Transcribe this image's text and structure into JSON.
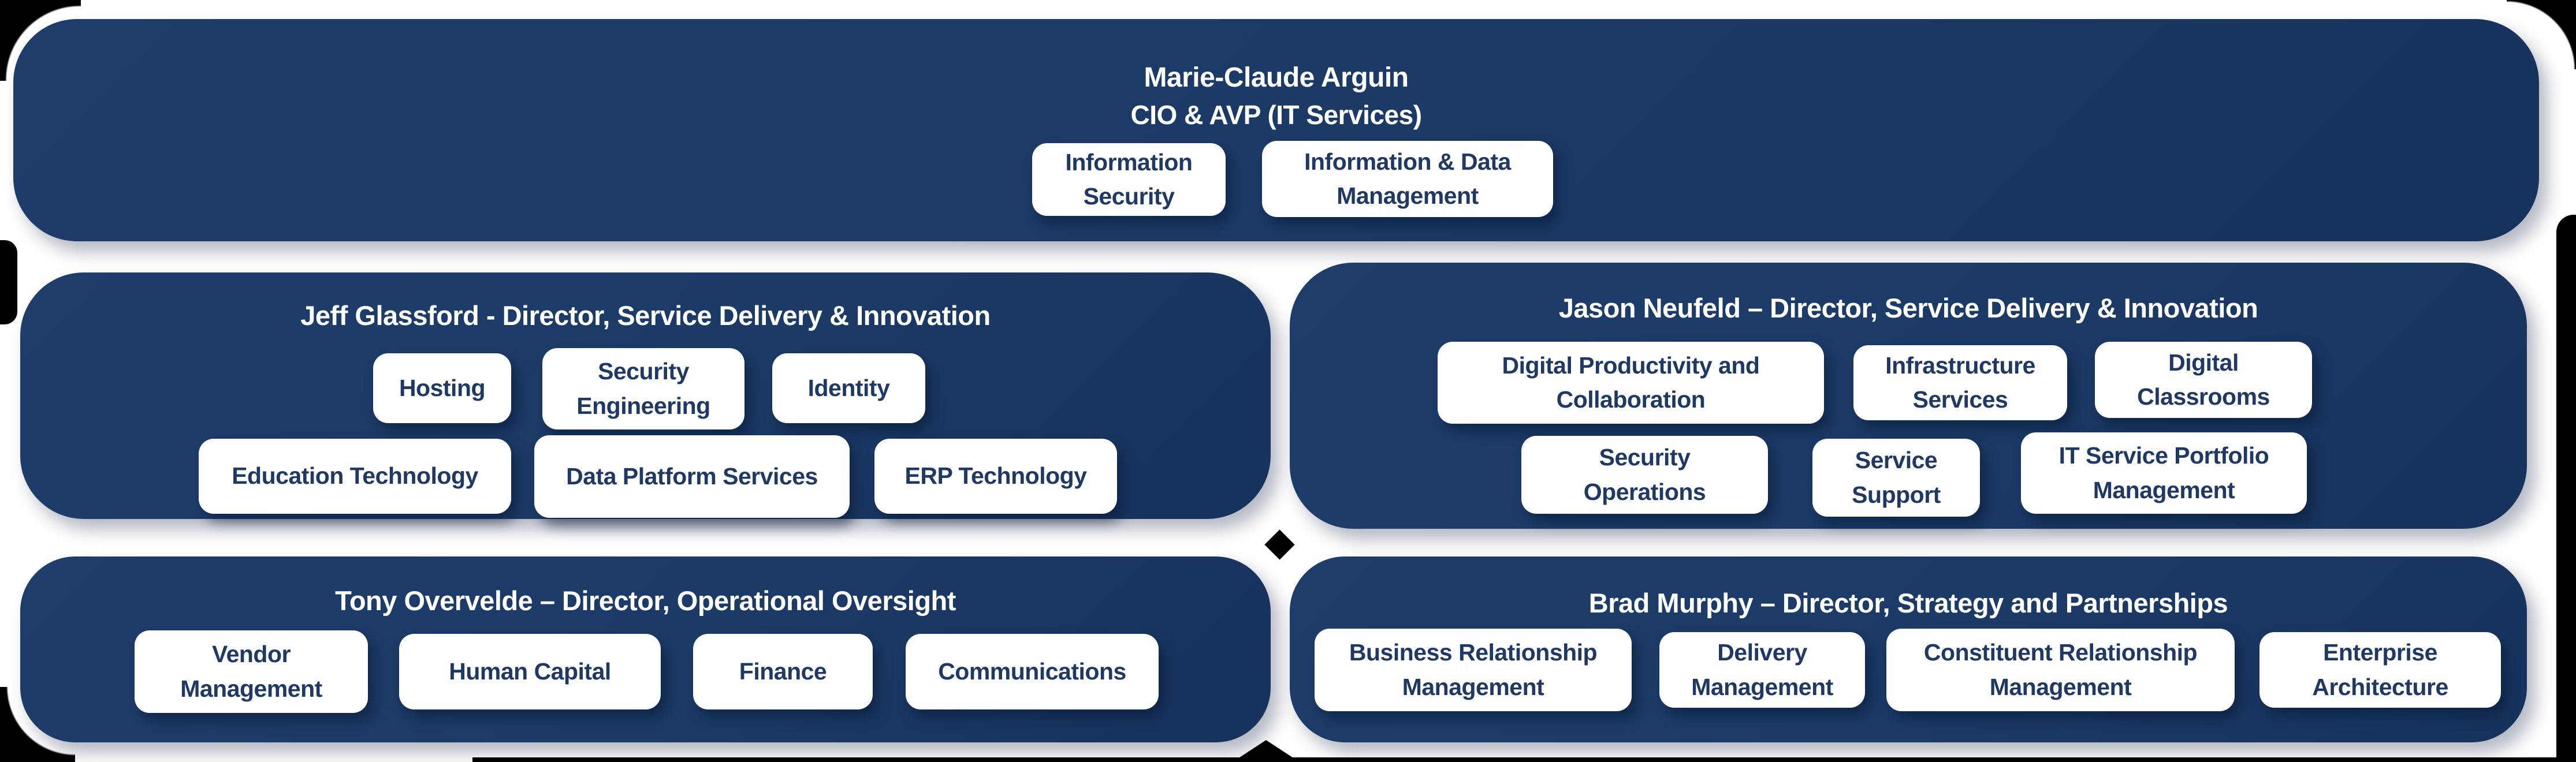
{
  "palette": {
    "box_navy": "#1c3a66",
    "chip_text_navy": "#1f3864",
    "chip_background": "#ffffff",
    "page_background": "#ffffff",
    "edge_black": "#000000",
    "title_text": "#ffffff"
  },
  "top": {
    "name": "Marie-Claude Arguin",
    "role": "CIO & AVP (IT Services)",
    "chips": [
      {
        "label": "Information\nSecurity"
      },
      {
        "label": "Information & Data\nManagement"
      }
    ]
  },
  "sections": [
    {
      "title": "Jeff Glassford - Director, Service Delivery & Innovation",
      "chips": [
        {
          "label": "Hosting"
        },
        {
          "label": "Security\nEngineering"
        },
        {
          "label": "Identity"
        },
        {
          "label": "Education Technology"
        },
        {
          "label": "Data Platform Services"
        },
        {
          "label": "ERP Technology"
        }
      ]
    },
    {
      "title": "Jason Neufeld – Director, Service Delivery & Innovation",
      "chips": [
        {
          "label": "Digital Productivity and\nCollaboration"
        },
        {
          "label": "Infrastructure\nServices"
        },
        {
          "label": "Digital\nClassrooms"
        },
        {
          "label": "Security\nOperations"
        },
        {
          "label": "Service\nSupport"
        },
        {
          "label": "IT Service Portfolio\nManagement"
        }
      ]
    },
    {
      "title": "Tony Overvelde – Director, Operational Oversight",
      "chips": [
        {
          "label": "Vendor\nManagement"
        },
        {
          "label": "Human Capital"
        },
        {
          "label": "Finance"
        },
        {
          "label": "Communications"
        }
      ]
    },
    {
      "title": "Brad Murphy – Director, Strategy and Partnerships",
      "chips": [
        {
          "label": "Business Relationship\nManagement"
        },
        {
          "label": "Delivery\nManagement"
        },
        {
          "label": "Constituent Relationship\nManagement"
        },
        {
          "label": "Enterprise\nArchitecture"
        }
      ]
    }
  ]
}
